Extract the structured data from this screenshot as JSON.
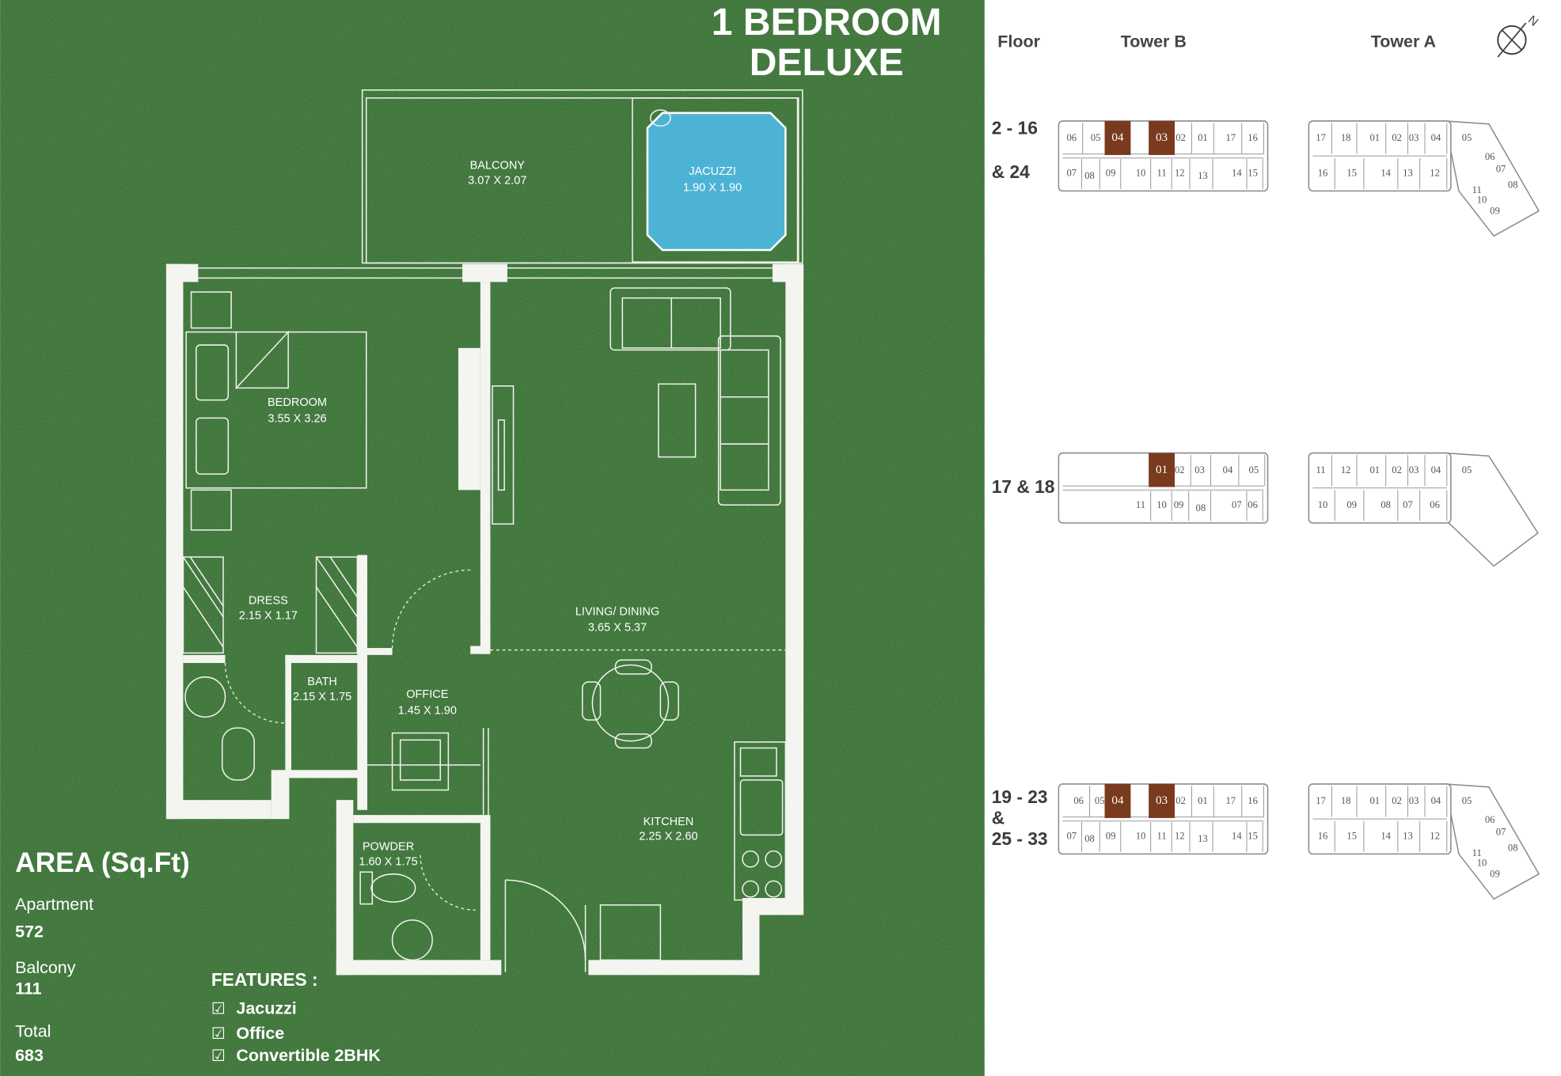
{
  "title": {
    "line1": "1 BEDROOM",
    "line2": "DELUXE"
  },
  "rooms": {
    "balcony": {
      "name": "BALCONY",
      "size": "3.07 X 2.07"
    },
    "jacuzzi": {
      "name": "JACUZZI",
      "size": "1.90 X 1.90"
    },
    "bedroom": {
      "name": "BEDROOM",
      "size": "3.55 X 3.26"
    },
    "dress": {
      "name": "DRESS",
      "size": "2.15 X 1.17"
    },
    "bath": {
      "name": "BATH",
      "size": "2.15 X 1.75"
    },
    "office": {
      "name": "OFFICE",
      "size": "1.45 X 1.90"
    },
    "living": {
      "name": "LIVING/ DINING",
      "size": "3.65 X 5.37"
    },
    "kitchen": {
      "name": "KITCHEN",
      "size": "2.25 X 2.60"
    },
    "powder": {
      "name": "POWDER",
      "size": "1.60 X 1.75"
    }
  },
  "area": {
    "title": "AREA (Sq.Ft)",
    "items": [
      {
        "label": "Apartment",
        "value": "572"
      },
      {
        "label": "Balcony",
        "value": "111"
      },
      {
        "label": "Total",
        "value": "683"
      }
    ]
  },
  "features": {
    "title": "FEATURES :",
    "items": [
      "Jacuzzi",
      "Office",
      "Convertible 2BHK"
    ]
  },
  "colors": {
    "background_green": "#33692f",
    "jacuzzi": "#4db3d4",
    "highlight": "#7a3a1e"
  },
  "key_plan": {
    "headers": {
      "floor": "Floor",
      "tower_b": "Tower B",
      "tower_a": "Tower A"
    },
    "compass": {
      "label": "N"
    },
    "rows": [
      {
        "floor_lines": [
          "2 - 16",
          "& 24"
        ],
        "tower_b": {
          "top": [
            "06",
            "05",
            "04",
            "03",
            "02",
            "01",
            "17",
            "16"
          ],
          "bottom": [
            "07",
            "08",
            "09",
            "10",
            "11",
            "12",
            "13",
            "14",
            "15"
          ],
          "highlighted": [
            "04",
            "03"
          ]
        },
        "tower_a": {
          "top": [
            "17",
            "18",
            "01",
            "02",
            "03",
            "04",
            "05"
          ],
          "bottom": [
            "16",
            "15",
            "14",
            "13",
            "12"
          ],
          "wing": [
            "06",
            "07",
            "08",
            "11",
            "10",
            "09"
          ],
          "highlighted": []
        }
      },
      {
        "floor_lines": [
          "17 & 18"
        ],
        "tower_b": {
          "top": [
            "01",
            "02",
            "03",
            "04",
            "05"
          ],
          "bottom": [
            "11",
            "10",
            "09",
            "08",
            "07",
            "06"
          ],
          "highlighted": [
            "01"
          ]
        },
        "tower_a": {
          "top": [
            "11",
            "12",
            "01",
            "02",
            "03",
            "04",
            "05"
          ],
          "bottom": [
            "10",
            "09",
            "08",
            "07",
            "06"
          ],
          "wing": [],
          "highlighted": []
        }
      },
      {
        "floor_lines": [
          "19 - 23",
          "&",
          "25 - 33"
        ],
        "tower_b": {
          "top": [
            "06",
            "05",
            "04",
            "03",
            "02",
            "01",
            "17",
            "16"
          ],
          "bottom": [
            "07",
            "08",
            "09",
            "10",
            "11",
            "12",
            "13",
            "14",
            "15"
          ],
          "highlighted": [
            "04",
            "03"
          ]
        },
        "tower_a": {
          "top": [
            "17",
            "18",
            "01",
            "02",
            "03",
            "04",
            "05"
          ],
          "bottom": [
            "16",
            "15",
            "14",
            "13",
            "12"
          ],
          "wing": [
            "06",
            "07",
            "08",
            "11",
            "10",
            "09"
          ],
          "highlighted": []
        }
      }
    ]
  }
}
